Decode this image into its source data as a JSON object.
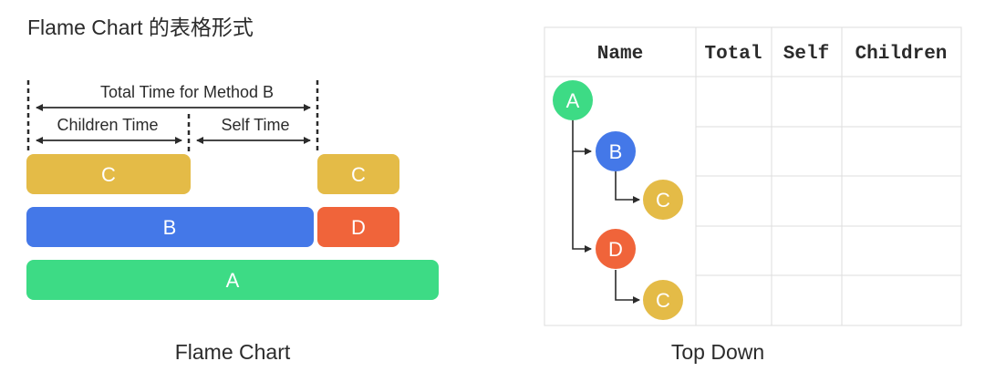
{
  "title": "Flame Chart 的表格形式",
  "flame": {
    "caption": "Flame Chart",
    "total_time_label": "Total Time for Method B",
    "children_time_label": "Children Time",
    "self_time_label": "Self Time",
    "bars": {
      "c_left": "C",
      "c_right": "C",
      "b": "B",
      "d": "D",
      "a": "A"
    }
  },
  "topdown": {
    "caption": "Top Down",
    "headers": {
      "name": "Name",
      "total": "Total",
      "self": "Self",
      "children": "Children"
    },
    "nodes": {
      "a": "A",
      "b": "B",
      "c_under_b": "C",
      "d": "D",
      "c_under_d": "C"
    }
  },
  "colors": {
    "yellow": "#E4BB47",
    "blue": "#4478E8",
    "orange": "#F0643A",
    "green": "#3DDB85",
    "text_dark": "#2B2B2B",
    "grid": "#DDDDDD"
  }
}
